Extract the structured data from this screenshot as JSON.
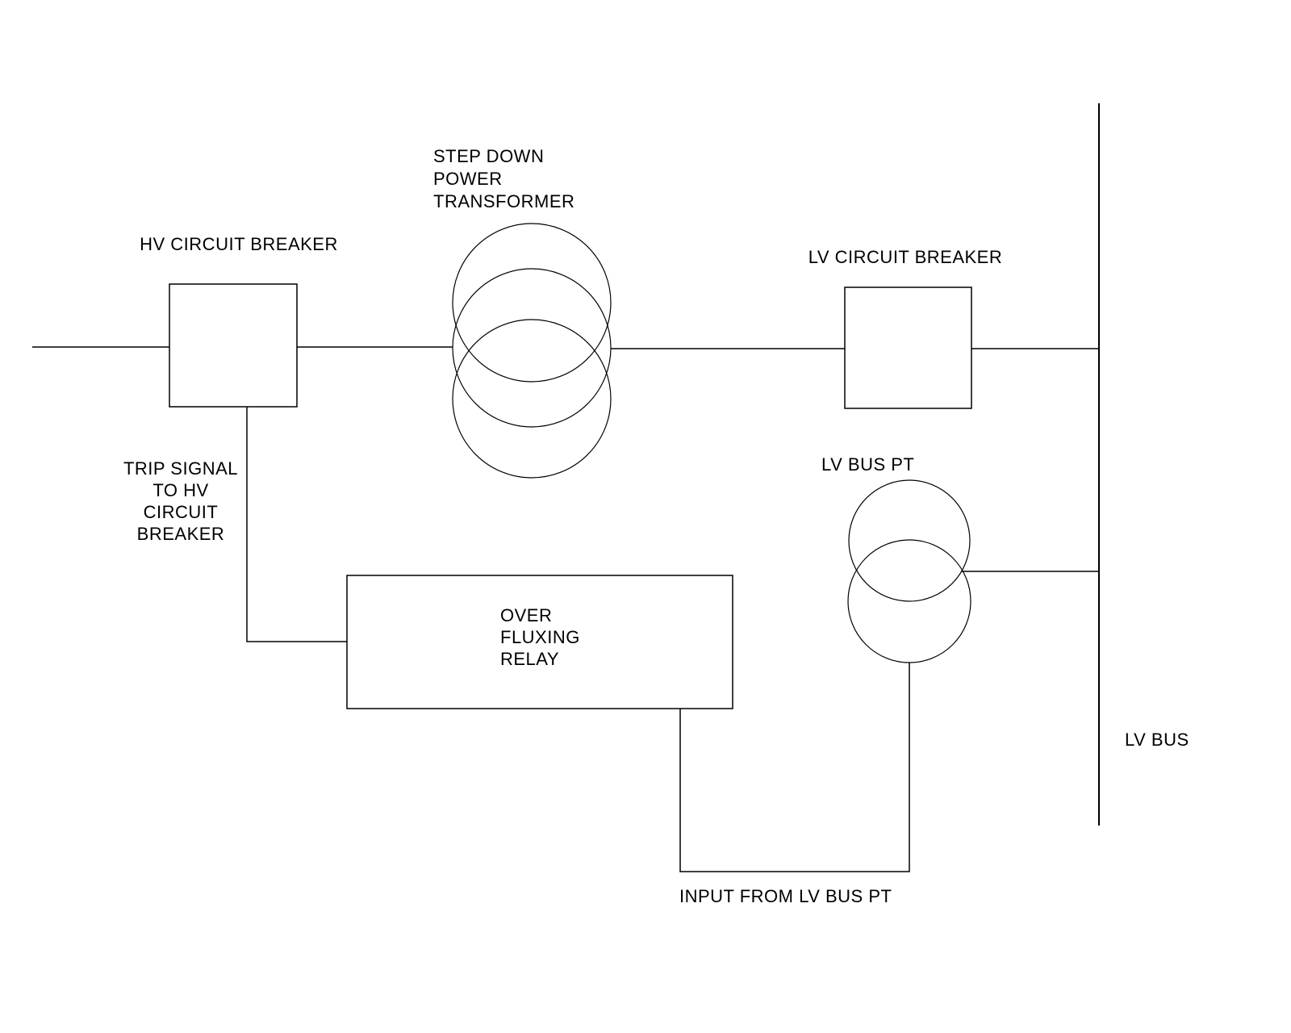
{
  "page": {
    "background_color": "#ffffff",
    "line_color": "#000000",
    "text_color": "#000000"
  },
  "diagram": {
    "labels": {
      "hv_breaker": "HV CIRCUIT BREAKER",
      "transformer_lines": [
        "STEP DOWN",
        "POWER",
        "TRANSFORMER"
      ],
      "lv_breaker": "LV CIRCUIT BREAKER",
      "lv_bus_pt": "LV BUS PT",
      "trip_signal_lines": [
        "TRIP SIGNAL",
        "TO HV",
        "CIRCUIT",
        "BREAKER"
      ],
      "relay_lines": [
        "OVER",
        "FLUXING",
        "RELAY"
      ],
      "lv_bus": "LV BUS",
      "input_from_pt": "INPUT FROM LV BUS PT"
    }
  }
}
